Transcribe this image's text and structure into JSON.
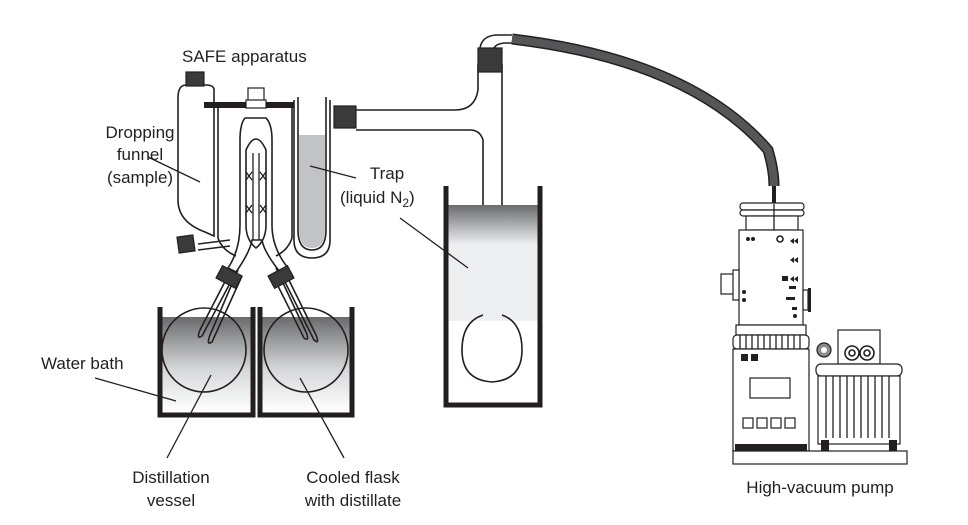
{
  "figure": {
    "title_label": "SAFE apparatus",
    "labels": {
      "dropping_funnel": [
        "Dropping",
        "funnel",
        "(sample)"
      ],
      "trap": [
        "Trap",
        "(liquid N",
        "2",
        ")"
      ],
      "water_bath": "Water bath",
      "distillation_vessel": [
        "Distillation",
        "vessel"
      ],
      "cooled_flask": [
        "Cooled flask",
        "with distillate"
      ],
      "pump": "High-vacuum pump"
    },
    "colors": {
      "ink": "#231f20",
      "dark_fill": "#3a3a3a",
      "nitrogen": "#c2c3c5",
      "bath_light": "#eeeff0"
    }
  }
}
